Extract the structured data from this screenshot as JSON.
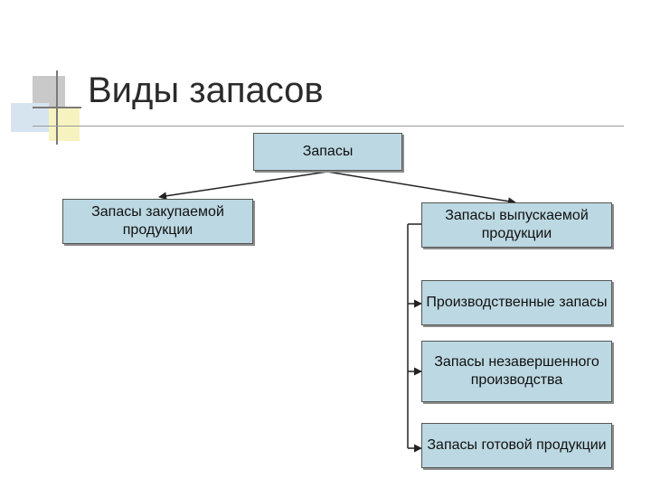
{
  "title": "Виды запасов",
  "colors": {
    "node_fill": "#bcd8e2",
    "node_border": "#555555",
    "connector": "#222222"
  },
  "nodes": {
    "root": "Запасы",
    "purchased": "Запасы закупаемой продукции",
    "produced": "Запасы выпускаемой продукции",
    "production": "Производственные запасы",
    "wip": "Запасы незавершенного производства",
    "finished": "Запасы готовой продукции"
  }
}
